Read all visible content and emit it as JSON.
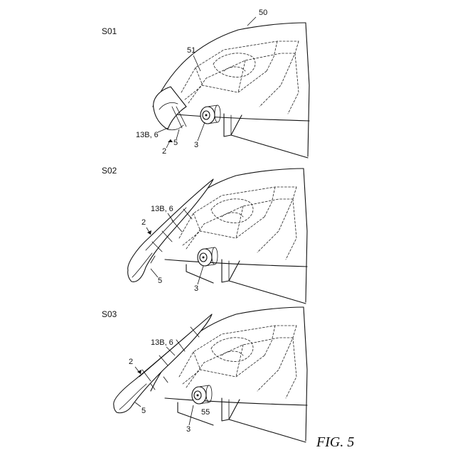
{
  "figure": {
    "caption": "FIG. 5",
    "reference_top": "50",
    "panels": [
      {
        "step": "S01",
        "labels": {
          "ref51": "51",
          "slat": "13B, 6",
          "slat_no": "2",
          "edge": "5",
          "actuator": "3"
        }
      },
      {
        "step": "S02",
        "labels": {
          "slat": "13B, 6",
          "slat_no": "2",
          "edge": "5",
          "actuator": "3"
        }
      },
      {
        "step": "S03",
        "labels": {
          "slat": "13B, 6",
          "slat_no": "2",
          "edge": "5",
          "actuator": "3",
          "ref55": "55"
        }
      }
    ]
  }
}
